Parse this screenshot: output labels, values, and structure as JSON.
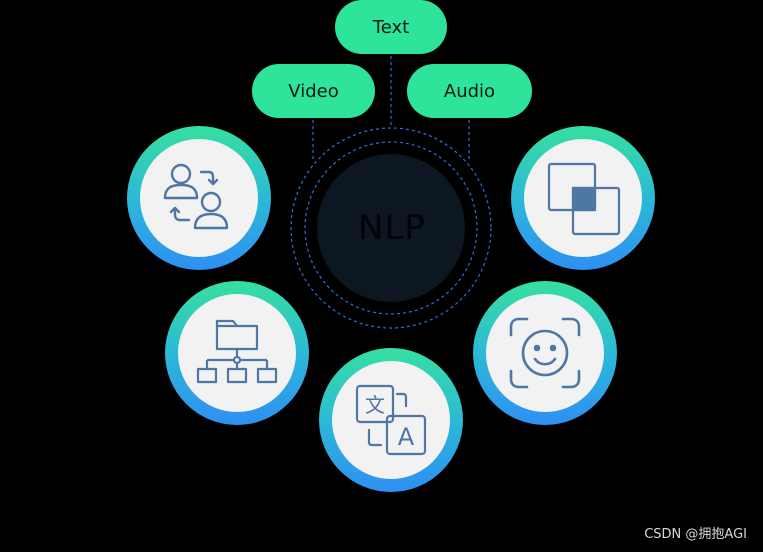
{
  "center": {
    "label": "NLP"
  },
  "inputs": [
    {
      "id": "text",
      "label": "Text"
    },
    {
      "id": "video",
      "label": "Video"
    },
    {
      "id": "audio",
      "label": "Audio"
    }
  ],
  "applications": [
    {
      "id": "people",
      "icon": "people-exchange-icon"
    },
    {
      "id": "overlap",
      "icon": "overlapping-squares-icon"
    },
    {
      "id": "hierarchy",
      "icon": "folder-hierarchy-icon"
    },
    {
      "id": "face",
      "icon": "face-scan-icon"
    },
    {
      "id": "translate",
      "icon": "translate-icon"
    }
  ],
  "colors": {
    "background": "#000000",
    "pill": "#2ee39a",
    "ring_top": "#36e0a0",
    "ring_bottom": "#2f8ff3",
    "icon_stroke": "#4e77a3",
    "dashed": "#2f6fd6",
    "center_fill": "#0d1722"
  },
  "watermark": "CSDN @拥抱AGI"
}
